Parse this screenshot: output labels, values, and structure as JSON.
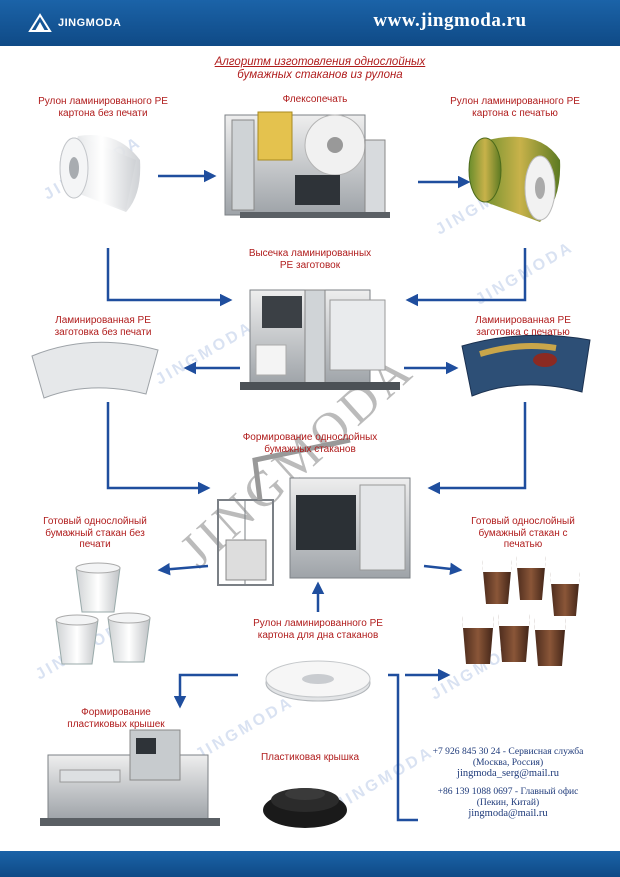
{
  "header": {
    "brand": "JINGMODA",
    "site": "www.jingmoda.ru"
  },
  "title": {
    "line1": "Алгоритм изготовления однослойных",
    "line2": "бумажных стаканов из рулона"
  },
  "labels": {
    "roll_plain": {
      "l1": "Рулон ламинированного PE",
      "l2": "картона без печати"
    },
    "flexo": {
      "l1": "Флексопечать"
    },
    "roll_printed": {
      "l1": "Рулон ламинированного PE",
      "l2": "картона с печатью"
    },
    "diecut": {
      "l1": "Высечка ламинированных",
      "l2": "PE заготовок"
    },
    "blank_plain": {
      "l1": "Ламинированная PE",
      "l2": "заготовка без печати"
    },
    "blank_printed": {
      "l1": "Ламинированная PE",
      "l2": "заготовка с печатью"
    },
    "forming": {
      "l1": "Формирование однослойных",
      "l2": "бумажных стаканов"
    },
    "cup_plain": {
      "l1": "Готовый однослойный",
      "l2": "бумажный стакан без",
      "l3": "печати"
    },
    "cup_printed": {
      "l1": "Готовый однослойный",
      "l2": "бумажный стакан с",
      "l3": "печатью"
    },
    "bottom_roll": {
      "l1": "Рулон ламинированного PE",
      "l2": "картона для дна стаканов"
    },
    "lid_forming": {
      "l1": "Формирование",
      "l2": "пластиковых крышек"
    },
    "lid": {
      "l1": "Пластиковая крышка"
    }
  },
  "contacts": {
    "phone1": "+7 926 845 30 24 - Сервисная служба",
    "loc1": "(Москва, Россия)",
    "mail1": "jingmoda_serg@mail.ru",
    "phone2": "+86 139 1088 0697 - Главный офис",
    "loc2": "(Пекин, Китай)",
    "mail2": "jingmoda@mail.ru"
  },
  "watermark": "JINGMODA",
  "colors": {
    "header": "#1b63a8",
    "arrow": "#1f4e9e",
    "label": "#b01c1c",
    "contact": "#1e3a7a"
  },
  "icons": [
    "logo-icon",
    "paper-roll-icon",
    "flexo-machine-icon",
    "printed-roll-icon",
    "diecut-machine-icon",
    "blank-icon",
    "printed-blank-icon",
    "cup-machine-icon",
    "plain-cups-icon",
    "printed-cups-icon",
    "bottom-roll-icon",
    "lid-machine-icon",
    "lid-icon"
  ]
}
